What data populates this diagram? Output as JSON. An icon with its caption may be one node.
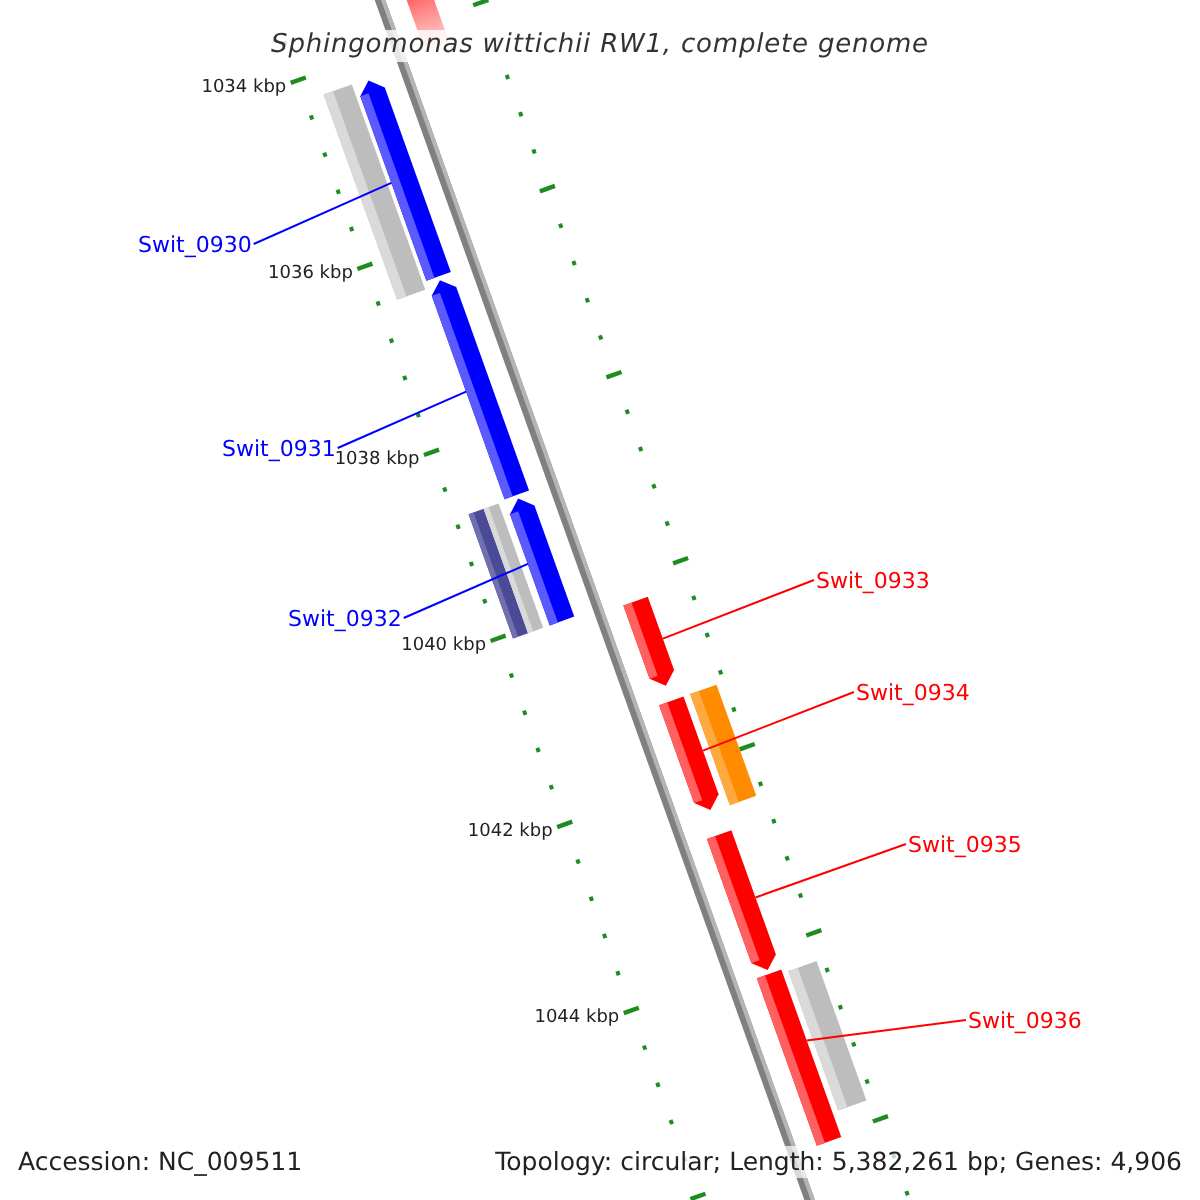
{
  "diagram": {
    "title": "Sphingomonas wittichii RW1, complete genome",
    "nodes": [
      {
        "text": [
          "Swit_0930"
        ]
      },
      {
        "text": [
          "Swit_0931"
        ]
      },
      {
        "text": [
          "Swit_0932"
        ]
      },
      {
        "text": [
          "Swit_0933"
        ]
      },
      {
        "text": [
          "Swit_0934"
        ]
      },
      {
        "text": [
          "Swit_0935"
        ]
      },
      {
        "text": [
          "Swit_0936"
        ]
      },
      {
        "text": [],
        "shape": "bar"
      },
      {
        "text": [],
        "shape": "bar"
      },
      {
        "text": [],
        "shape": "bar"
      },
      {
        "text": [],
        "shape": "bar"
      },
      {
        "text": [],
        "shape": "bar"
      },
      {
        "text": [],
        "shape": "bar"
      },
      {
        "text": [],
        "shape": "bar"
      }
    ],
    "edges": [
      {
        "from": 0,
        "to": 7,
        "arrow": "none",
        "color": "#0000ff"
      },
      {
        "from": 1,
        "to": 8,
        "arrow": "none",
        "color": "#0000ff"
      },
      {
        "from": 2,
        "to": 9,
        "arrow": "none",
        "color": "#0000ff"
      },
      {
        "from": 3,
        "to": 10,
        "arrow": "none",
        "color": "#ff0000"
      },
      {
        "from": 4,
        "to": 11,
        "arrow": "none",
        "color": "#ff0000"
      },
      {
        "from": 5,
        "to": 12,
        "arrow": "none",
        "color": "#ff0000"
      },
      {
        "from": 6,
        "to": 13,
        "arrow": "none",
        "color": "#ff0000"
      }
    ],
    "labels": [
      "1034 kbp",
      "1036 kbp",
      "1038 kbp",
      "1040 kbp",
      "1042 kbp",
      "1044 kbp",
      "Accession: NC_009511",
      "Topology: circular; Length: 5,382,261 bp; Genes: 4,906"
    ]
  }
}
